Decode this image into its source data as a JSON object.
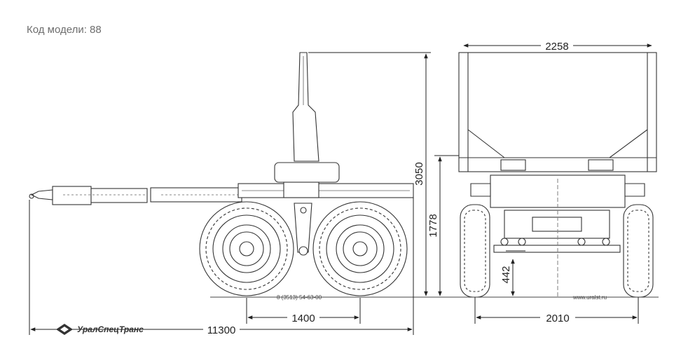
{
  "header": {
    "model_code": "Код модели: 88"
  },
  "dimensions": {
    "total_length": "11300",
    "axle_spacing": "1400",
    "track_width": "2010",
    "body_width": "2258",
    "max_height": "3050",
    "platform_height": "1778",
    "ground_clearance": "442"
  },
  "labels": {
    "phone": "8 (3513) 54-63-00",
    "website": "www.uralst.ru",
    "brand": "УралСпецТранс"
  }
}
